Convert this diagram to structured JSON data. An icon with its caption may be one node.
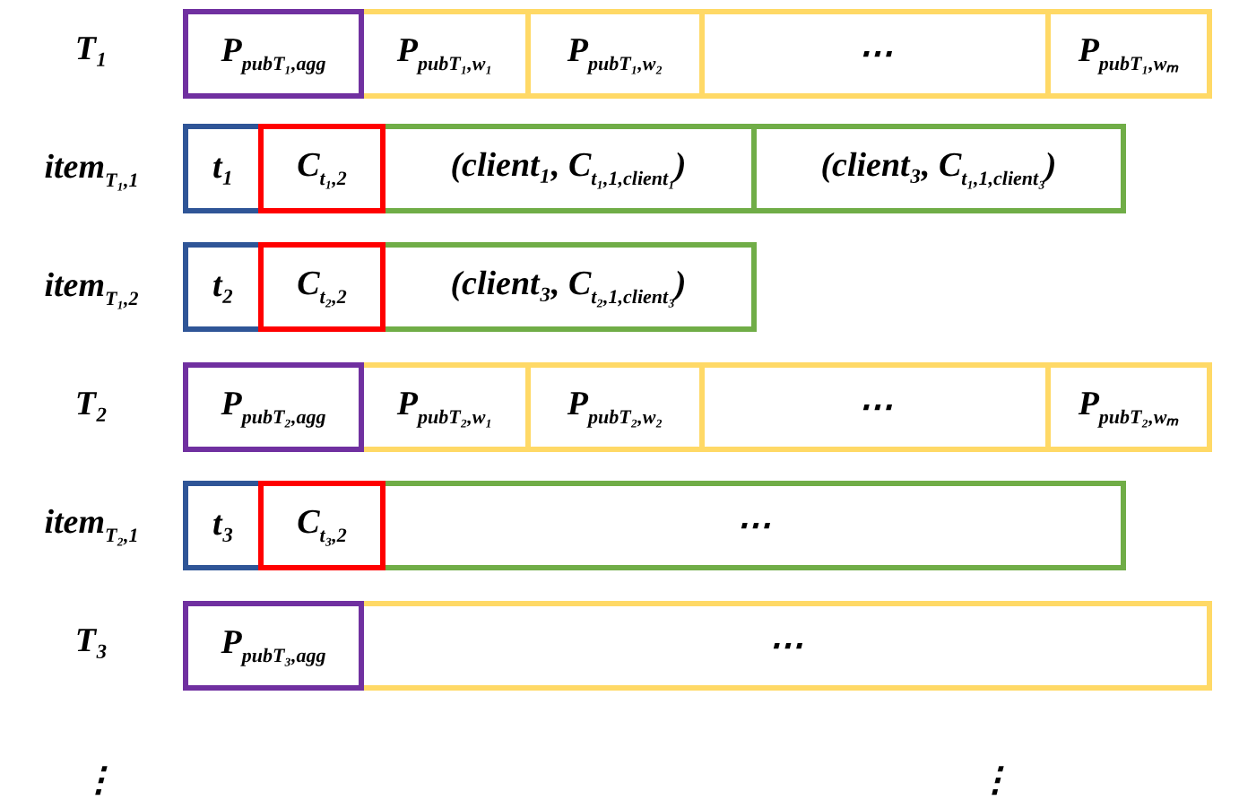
{
  "diagram": {
    "nodes": [
      {
        "text": [
          "P$_{pubT₁,agg}$"
        ]
      },
      {
        "text": [
          "P$_{pubT₁,w₁}$"
        ]
      },
      {
        "text": [
          "P$_{pubT₁,w₂}$"
        ]
      },
      {
        "text": [
          "⋯"
        ]
      },
      {
        "text": [
          "P$_{pubT₁,wₘ}$"
        ]
      },
      {
        "text": [
          "t₁"
        ]
      },
      {
        "text": [
          "C$_{t₁,2}$"
        ]
      },
      {
        "text": [
          "(client₁, C$_{t₁,1,client₁}$)"
        ]
      },
      {
        "text": [
          "(client₃, C$_{t₁,1,client₃}$)"
        ]
      },
      {
        "text": [
          "t₂"
        ]
      },
      {
        "text": [
          "C$_{t₂,2}$"
        ]
      },
      {
        "text": [
          "(client₃, C$_{t₂,1,client₃}$)"
        ]
      },
      {
        "text": [
          "P$_{pubT₂,agg}$"
        ]
      },
      {
        "text": [
          "P$_{pubT₂,w₁}$"
        ]
      },
      {
        "text": [
          "P$_{pubT₂,w₂}$"
        ]
      },
      {
        "text": [
          "⋯"
        ]
      },
      {
        "text": [
          "P$_{pubT₂,wₘ}$"
        ]
      },
      {
        "text": [
          "t₃"
        ]
      },
      {
        "text": [
          "C$_{t₃,2}$"
        ]
      },
      {
        "text": [
          "⋯"
        ]
      },
      {
        "text": [
          "P$_{pubT₃,agg}$"
        ]
      },
      {
        "text": [
          "⋯"
        ]
      }
    ],
    "edges": [],
    "labels": [
      "T₁",
      "item$_{T₁,1}$",
      "item$_{T₁,2}$",
      "T₂",
      "item$_{T₂,1}$",
      "T₃",
      "⋮",
      "⋮"
    ]
  }
}
